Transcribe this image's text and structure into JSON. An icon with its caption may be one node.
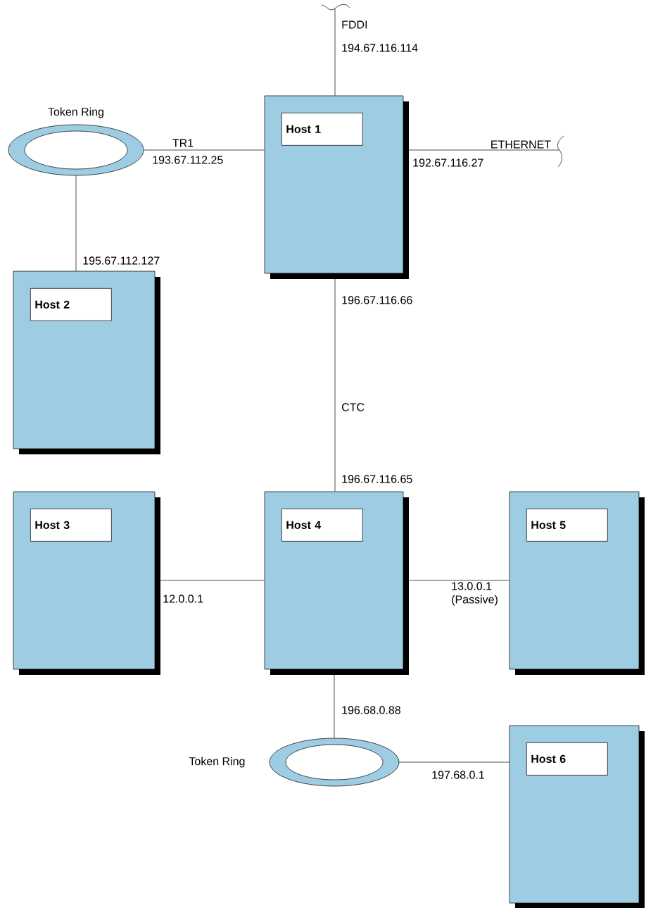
{
  "diagram": {
    "nodes": [
      {
        "text": [
          "Token Ring"
        ]
      },
      {
        "text": [
          "Host 1"
        ]
      },
      {
        "text": [
          "Host 2"
        ]
      },
      {
        "text": [
          "Host 3"
        ]
      },
      {
        "text": [
          "Host 4"
        ]
      },
      {
        "text": [
          "Host 5"
        ]
      },
      {
        "text": [
          "Token Ring"
        ]
      },
      {
        "text": [
          "Host 6"
        ]
      }
    ],
    "edges": [
      {
        "from": null,
        "to": 1,
        "arrow": "none",
        "label": "FDDI"
      },
      {
        "from": 0,
        "to": 1,
        "arrow": "none",
        "label": "TR1"
      },
      {
        "from": 1,
        "to": null,
        "arrow": "none",
        "label": "ETHERNET"
      },
      {
        "from": 0,
        "to": 2,
        "arrow": "none"
      },
      {
        "from": 1,
        "to": 4,
        "arrow": "none",
        "label": "CTC"
      },
      {
        "from": 3,
        "to": 4,
        "arrow": "none"
      },
      {
        "from": 4,
        "to": 5,
        "arrow": "none"
      },
      {
        "from": 4,
        "to": 6,
        "arrow": "none"
      },
      {
        "from": 6,
        "to": 7,
        "arrow": "none"
      }
    ],
    "labels": [
      "194.67.116.114",
      "193.67.112.25",
      "192.67.116.27",
      "195.67.112.127",
      "196.67.116.66",
      "196.67.116.65",
      "12.0.0.1",
      "13.0.0.1 (Passive)",
      "196.68.0.88",
      "197.68.0.1"
    ]
  }
}
